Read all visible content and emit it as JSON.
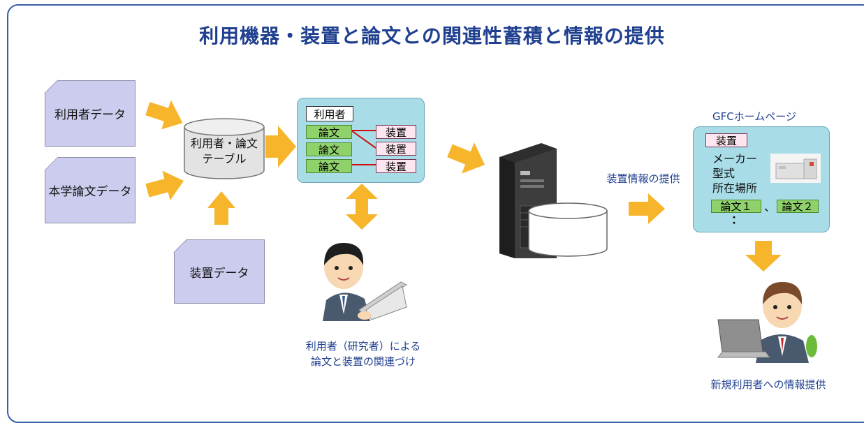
{
  "title": "利用機器・装置と論文との関連性蓄積と情報の提供",
  "docs": {
    "user_data": "利用者データ",
    "paper_data": "本学論文データ",
    "equip_data": "装置データ"
  },
  "table": {
    "line1": "利用者・論文",
    "line2": "テーブル"
  },
  "mapping": {
    "header": "利用者",
    "paper_label": "論文",
    "equip_label": "装置"
  },
  "provide_label": "装置情報の提供",
  "homepage": {
    "title": "GFCホームページ",
    "equip": "装置",
    "maker": "メーカー",
    "model": "型式",
    "location": "所在場所",
    "paper1": "論文１",
    "separator": "、",
    "paper2": "論文２",
    "ellipsis": "："
  },
  "captions": {
    "researcher_line1": "利用者（研究者）による",
    "researcher_line2": "論文と装置の関連づけ",
    "new_user": "新規利用者への情報提供"
  },
  "colors": {
    "arrow": "#f7b52c",
    "title": "#1f3f8f",
    "panel": "#a8dde8",
    "paper_box": "#8fd16a",
    "equip_box": "#fde6f0",
    "doc": "#ccccee"
  }
}
